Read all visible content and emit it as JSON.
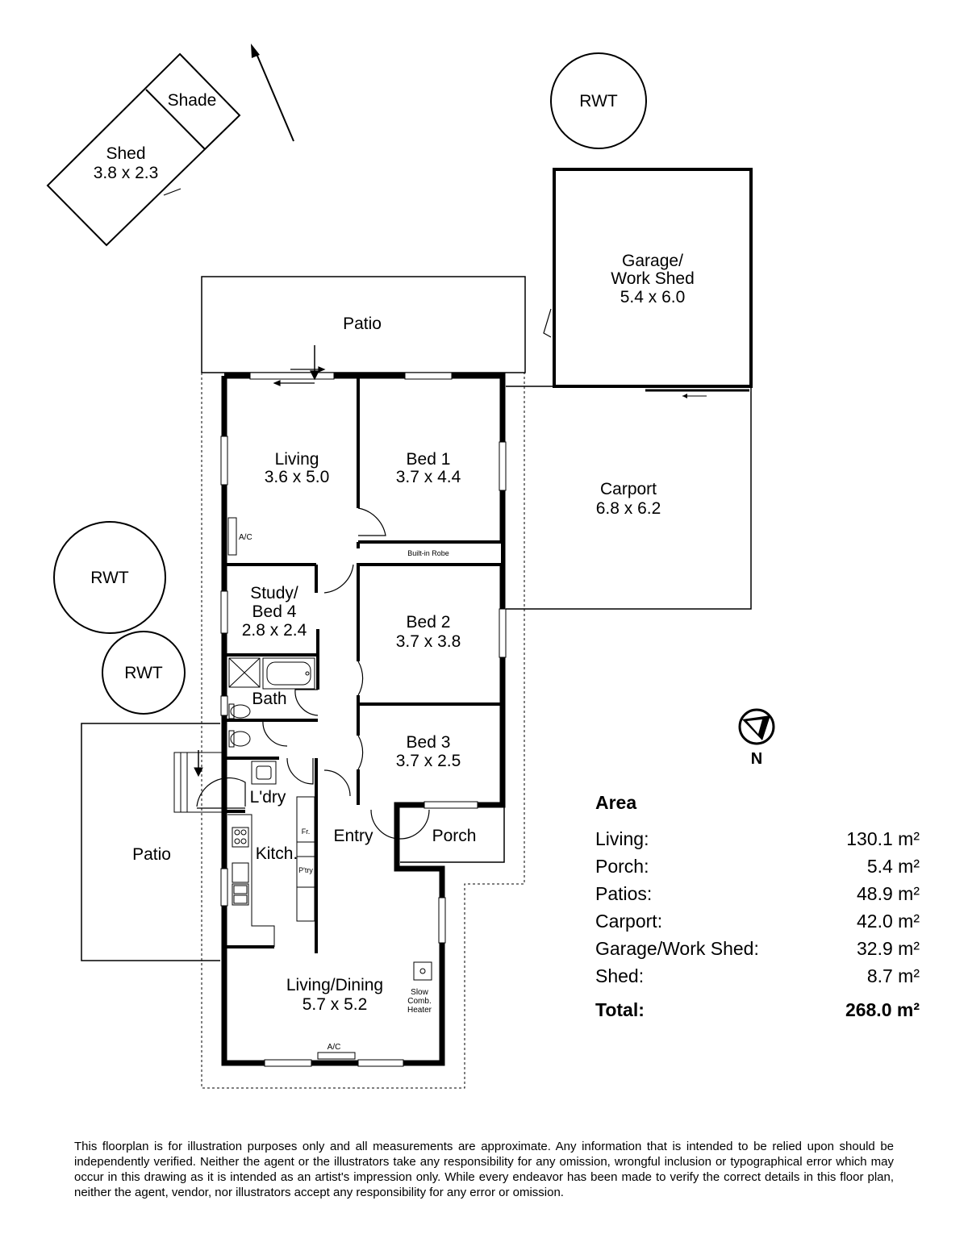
{
  "rooms": {
    "patio_top": {
      "name": "Patio"
    },
    "shade": {
      "name": "Shade"
    },
    "shed": {
      "name": "Shed",
      "dims": "3.8 x 2.3"
    },
    "rwt_1": {
      "name": "RWT"
    },
    "rwt_2": {
      "name": "RWT"
    },
    "rwt_3": {
      "name": "RWT"
    },
    "garage": {
      "name_line1": "Garage/",
      "name_line2": "Work Shed",
      "dims": "5.4 x 6.0"
    },
    "carport": {
      "name": "Carport",
      "dims": "6.8 x 6.2"
    },
    "living": {
      "name": "Living",
      "dims": "3.6 x 5.0"
    },
    "bed1": {
      "name": "Bed 1",
      "dims": "3.7 x 4.4"
    },
    "robe": {
      "name": "Built-in Robe"
    },
    "study": {
      "name_line1": "Study/",
      "name_line2": "Bed 4",
      "dims": "2.8 x 2.4"
    },
    "bed2": {
      "name": "Bed 2",
      "dims": "3.7 x 3.8"
    },
    "bath": {
      "name": "Bath"
    },
    "bed3": {
      "name": "Bed 3",
      "dims": "3.7 x 2.5"
    },
    "laundry": {
      "name": "L'dry"
    },
    "entry": {
      "name": "Entry"
    },
    "porch": {
      "name": "Porch"
    },
    "kitchen": {
      "name": "Kitch."
    },
    "fridge": {
      "name": "Fr."
    },
    "pantry": {
      "name": "P'try"
    },
    "patio_left": {
      "name": "Patio"
    },
    "living_dining": {
      "name": "Living/Dining",
      "dims": "5.7 x 5.2"
    },
    "heater": {
      "line1": "Slow",
      "line2": "Comb.",
      "line3": "Heater"
    },
    "ac_living": {
      "name": "A/C"
    },
    "ac_dining": {
      "name": "A/C"
    }
  },
  "compass": {
    "label": "N"
  },
  "area": {
    "title": "Area",
    "rows": [
      {
        "label": "Living:",
        "value": "130.1 m²"
      },
      {
        "label": "Porch:",
        "value": "5.4 m²"
      },
      {
        "label": "Patios:",
        "value": "48.9 m²"
      },
      {
        "label": "Carport:",
        "value": "42.0 m²"
      },
      {
        "label": "Garage/Work Shed:",
        "value": "32.9 m²"
      },
      {
        "label": "Shed:",
        "value": "8.7 m²"
      }
    ],
    "total_label": "Total:",
    "total_value": "268.0 m²"
  },
  "disclaimer": "This floorplan is for illustration purposes only and all measurements are approximate. Any information that is intended to be relied upon should be independently verified. Neither the agent or the illustrators take any responsibility for any omission, wrongful inclusion or typographical error which may occur in this drawing as it is intended as an artist's impression only. While every endeavor has been made to verify the correct details in this floor plan, neither the agent, vendor, nor illustrators accept any responsibility for any error or omission."
}
